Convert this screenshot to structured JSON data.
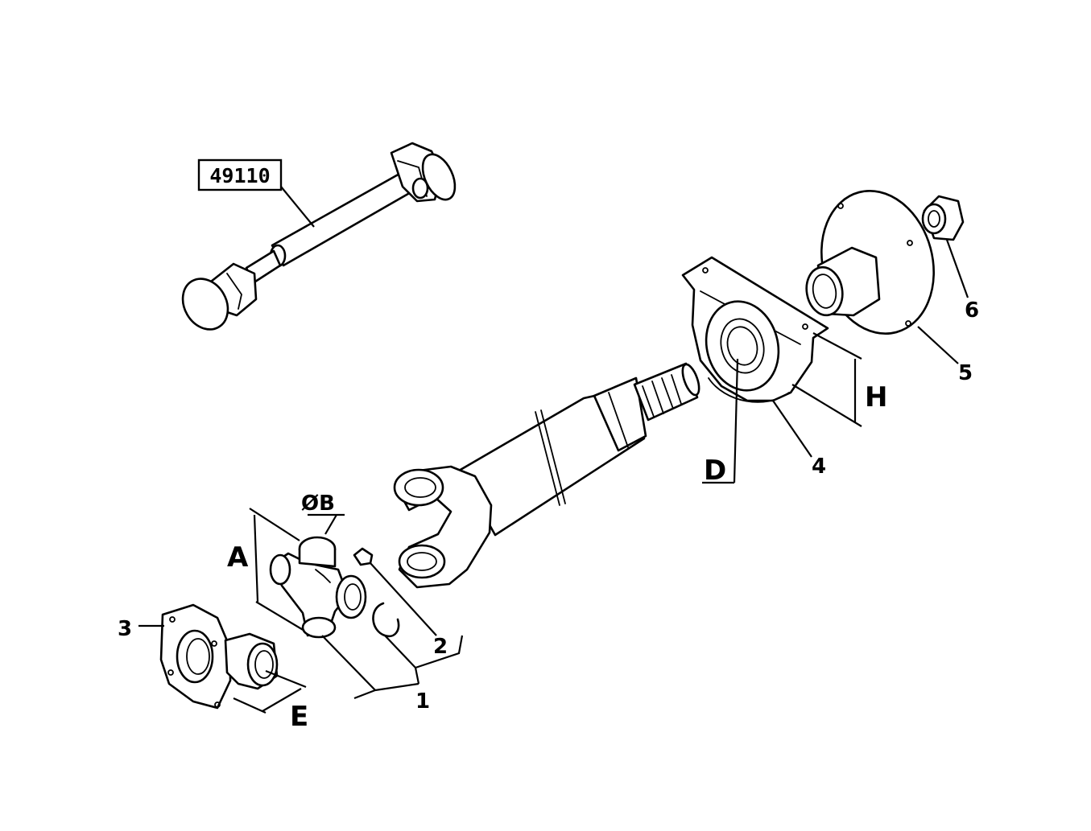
{
  "drawing": {
    "reference_box": "49110",
    "callouts": [
      {
        "id": "1",
        "text": "1"
      },
      {
        "id": "2",
        "text": "2"
      },
      {
        "id": "3",
        "text": "3"
      },
      {
        "id": "4",
        "text": "4"
      },
      {
        "id": "5",
        "text": "5"
      },
      {
        "id": "6",
        "text": "6"
      }
    ],
    "dimensions": {
      "A": "A",
      "B": "ØB",
      "D": "D",
      "E": "E",
      "H": "H"
    }
  }
}
